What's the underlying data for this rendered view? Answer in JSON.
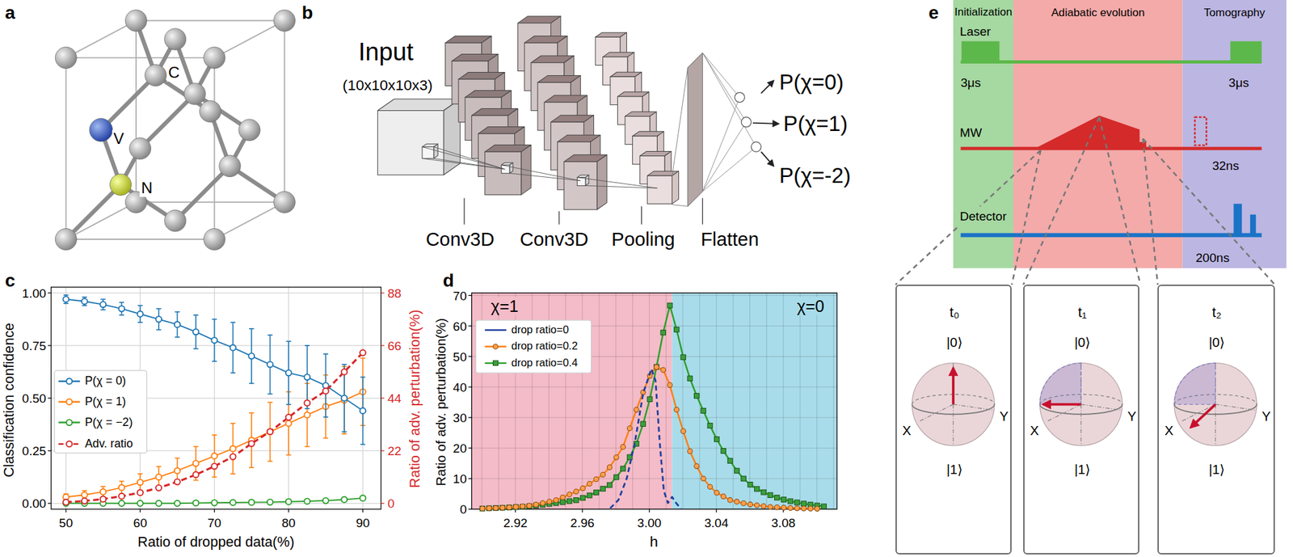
{
  "diagram": {
    "nodes": [
      {
        "text": [
          "Initialization"
        ]
      },
      {
        "text": [
          "Adiabatic evolution"
        ]
      },
      {
        "text": [
          "Tomography"
        ]
      },
      {
        "text": [
          "t₀",
          "|0⟩",
          "X",
          "Y",
          "|1⟩"
        ]
      },
      {
        "text": [
          "t₁",
          "|0⟩",
          "X",
          "Y",
          "|1⟩"
        ]
      },
      {
        "text": [
          "t₂",
          "|0⟩",
          "X",
          "Y",
          "|1⟩"
        ]
      }
    ],
    "labels": [
      "a",
      "C",
      "V",
      "N",
      "b",
      "Input",
      "(10x10x10x3)",
      "Conv3D",
      "Conv3D",
      "Pooling",
      "Flatten",
      "P(χ=0)",
      "P(χ=1)",
      "P(χ=-2)",
      "c",
      "1.00",
      "0.75",
      "0.50",
      "0.25",
      "0.00",
      "50",
      "60",
      "70",
      "80",
      "90",
      "88",
      "66",
      "44",
      "22",
      "0",
      "Classification confidence",
      "Ratio of adv. perturbation(%)",
      "Ratio of dropped data(%)",
      "d",
      "0",
      "10",
      "20",
      "30",
      "40",
      "50",
      "60",
      "70",
      "2.92",
      "2.96",
      "3.00",
      "3.04",
      "3.08",
      "h",
      "Ratio of adv. perturbation(%)",
      "χ=1",
      "χ=0",
      "e",
      "Laser",
      "3μs",
      "3μs",
      "MW",
      "32ns",
      "Detector",
      "200ns"
    ],
    "legend": [
      {
        "text": "P(χ = 0)"
      },
      {
        "text": "P(χ = 1)"
      },
      {
        "text": "P(χ = −2)"
      },
      {
        "text": "Adv. ratio"
      },
      {
        "text": "drop ratio=0"
      },
      {
        "text": "drop ratio=0.2"
      },
      {
        "text": "drop ratio=0.4"
      }
    ]
  }
}
